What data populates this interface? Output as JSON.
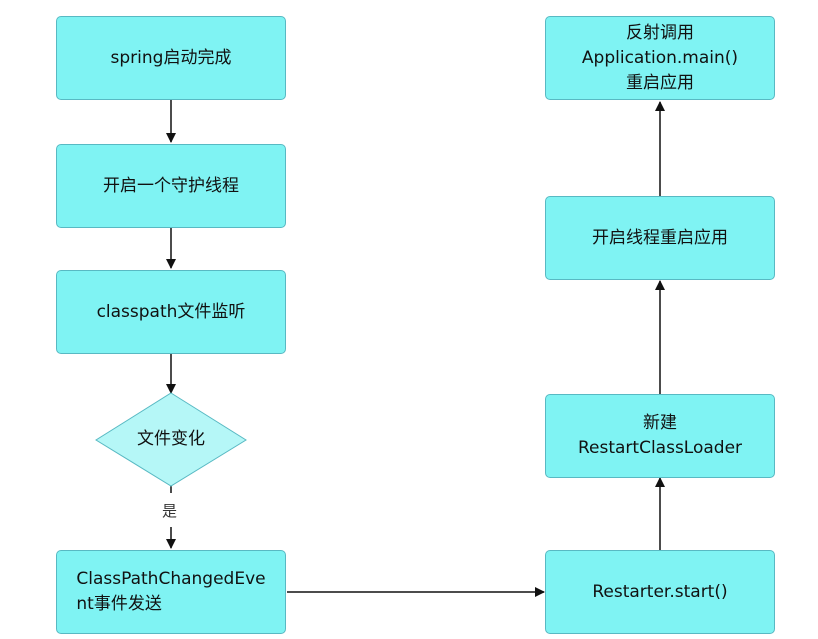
{
  "nodes": {
    "spring_started": "spring启动完成",
    "start_daemon": "开启一个守护线程",
    "classpath_watch": "classpath文件监听",
    "file_change": "文件变化",
    "event_line1": "ClassPathChangedEve",
    "event_line2": "nt事件发送",
    "restarter_start": "Restarter.start()",
    "new_loader_line1": "新建",
    "new_loader_line2": "RestartClassLoader",
    "restart_thread": "开启线程重启应用",
    "reflect_line1": "反射调用",
    "reflect_line2": "Application.main()",
    "reflect_line3": "重启应用"
  },
  "edges": {
    "yes_label": "是"
  },
  "colors": {
    "box_fill": "#7ff3f3",
    "box_border": "#58b9c3",
    "arrow": "#111111"
  }
}
